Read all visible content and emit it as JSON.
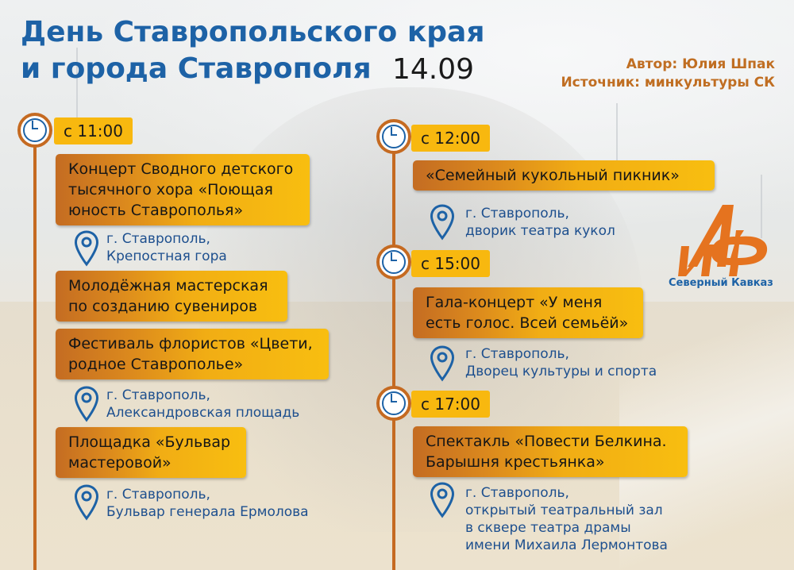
{
  "header": {
    "title_line1": "День Ставропольского края",
    "title_line2": "и города Ставрополя",
    "date": "14.09",
    "author": "Автор: Юлия Шпак",
    "source": "Источник: минкультуры СК"
  },
  "logo": {
    "letters": "АиФ",
    "subtitle": "Северный Кавказ"
  },
  "icons": {
    "clock": "clock-icon",
    "location": "map-pin-icon"
  },
  "colors": {
    "accent_blue": "#1d62a6",
    "accent_orange": "#c56a21",
    "badge_yellow": "#f8b80f"
  },
  "left_column": {
    "time": "с 11:00",
    "events": [
      {
        "title": "Концерт Сводного детского тысячного хора «Поющая юность Ставрополья»",
        "place_line1": "г. Ставрополь,",
        "place_line2": "Крепостная гора"
      },
      {
        "title": "Молодёжная мастерская по созданию сувениров"
      },
      {
        "title": "Фестиваль флористов «Цвети, родное Ставрополье»",
        "place_line1": "г. Ставрополь,",
        "place_line2": "Александровская площадь"
      },
      {
        "title": "Площадка «Бульвар мастеровой»",
        "place_line1": "г. Ставрополь,",
        "place_line2": "Бульвар генерала Ермолова"
      }
    ]
  },
  "right_column": {
    "blocks": [
      {
        "time": "с 12:00",
        "title": "«Семейный кукольный пикник»",
        "place_line1": "г. Ставрополь,",
        "place_line2": "дворик театра кукол"
      },
      {
        "time": "с 15:00",
        "title": "Гала-концерт «У меня есть голос. Всей семьёй»",
        "place_line1": "г. Ставрополь,",
        "place_line2": "Дворец культуры и спорта"
      },
      {
        "time": "с 17:00",
        "title": "Спектакль «Повести Белкина. Барышня крестьянка»",
        "place_line1": "г. Ставрополь,",
        "place_line2": "открытый театральный зал",
        "place_line3": "в сквере театра драмы",
        "place_line4": "имени Михаила Лермонтова"
      }
    ]
  }
}
